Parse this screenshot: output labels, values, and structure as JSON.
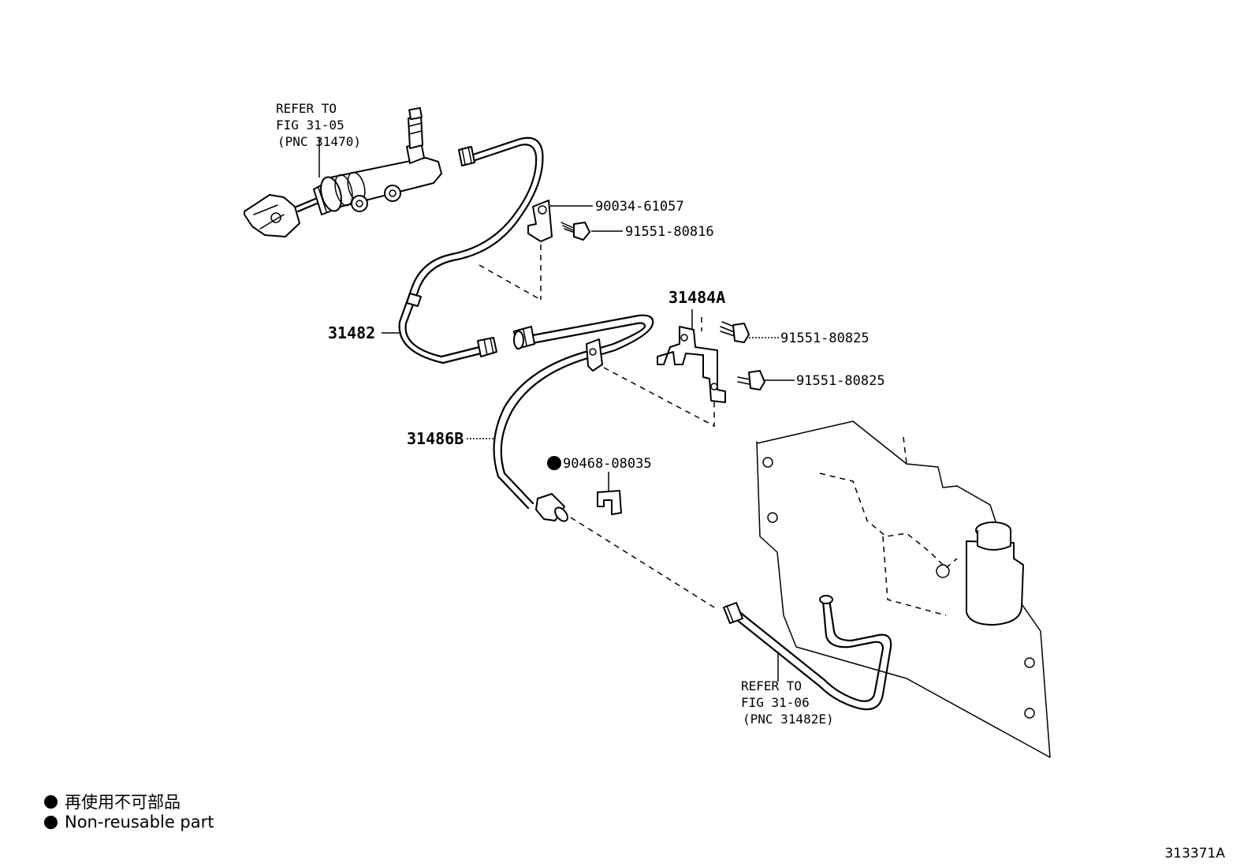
{
  "refer_top": {
    "line1": "REFER TO",
    "line2": "FIG 31-05",
    "line3": "(PNC 31470)"
  },
  "refer_bottom": {
    "line1": "REFER TO",
    "line2": "FIG 31-06",
    "line3": "(PNC 31482E)"
  },
  "parts": {
    "bracket_clamp": "90034-61057",
    "bolt_upper": "91551-80816",
    "tube": "31482",
    "bracket_sub": "31484A",
    "bolt_mid_1": "91551-80825",
    "bolt_mid_2": "91551-80825",
    "hose": "31486B",
    "clip": "90468-08035"
  },
  "legend": {
    "jp": "再使用不可部品",
    "en": "Non-reusable part"
  },
  "figure_id": "313371A"
}
